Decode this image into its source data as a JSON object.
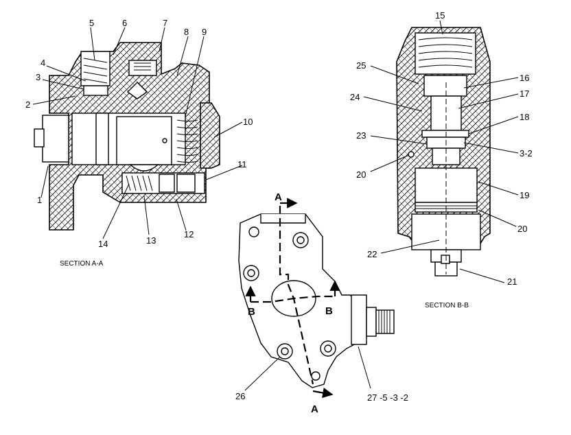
{
  "section_a": {
    "caption": "SECTION A-A",
    "callouts": [
      "1",
      "2",
      "3",
      "4",
      "5",
      "6",
      "7",
      "8",
      "9",
      "10",
      "11",
      "12",
      "13",
      "14"
    ]
  },
  "section_b": {
    "caption": "SECTION B-B",
    "callouts": [
      "15",
      "16",
      "17",
      "18",
      "3-2",
      "19",
      "20",
      "20",
      "21",
      "22",
      "23",
      "24",
      "25"
    ]
  },
  "exterior_view": {
    "callouts": [
      "26",
      "27 -5 -3 -2"
    ],
    "section_markers": {
      "a_top": "A",
      "a_bottom": "A",
      "b_left": "B",
      "b_right": "B"
    }
  }
}
